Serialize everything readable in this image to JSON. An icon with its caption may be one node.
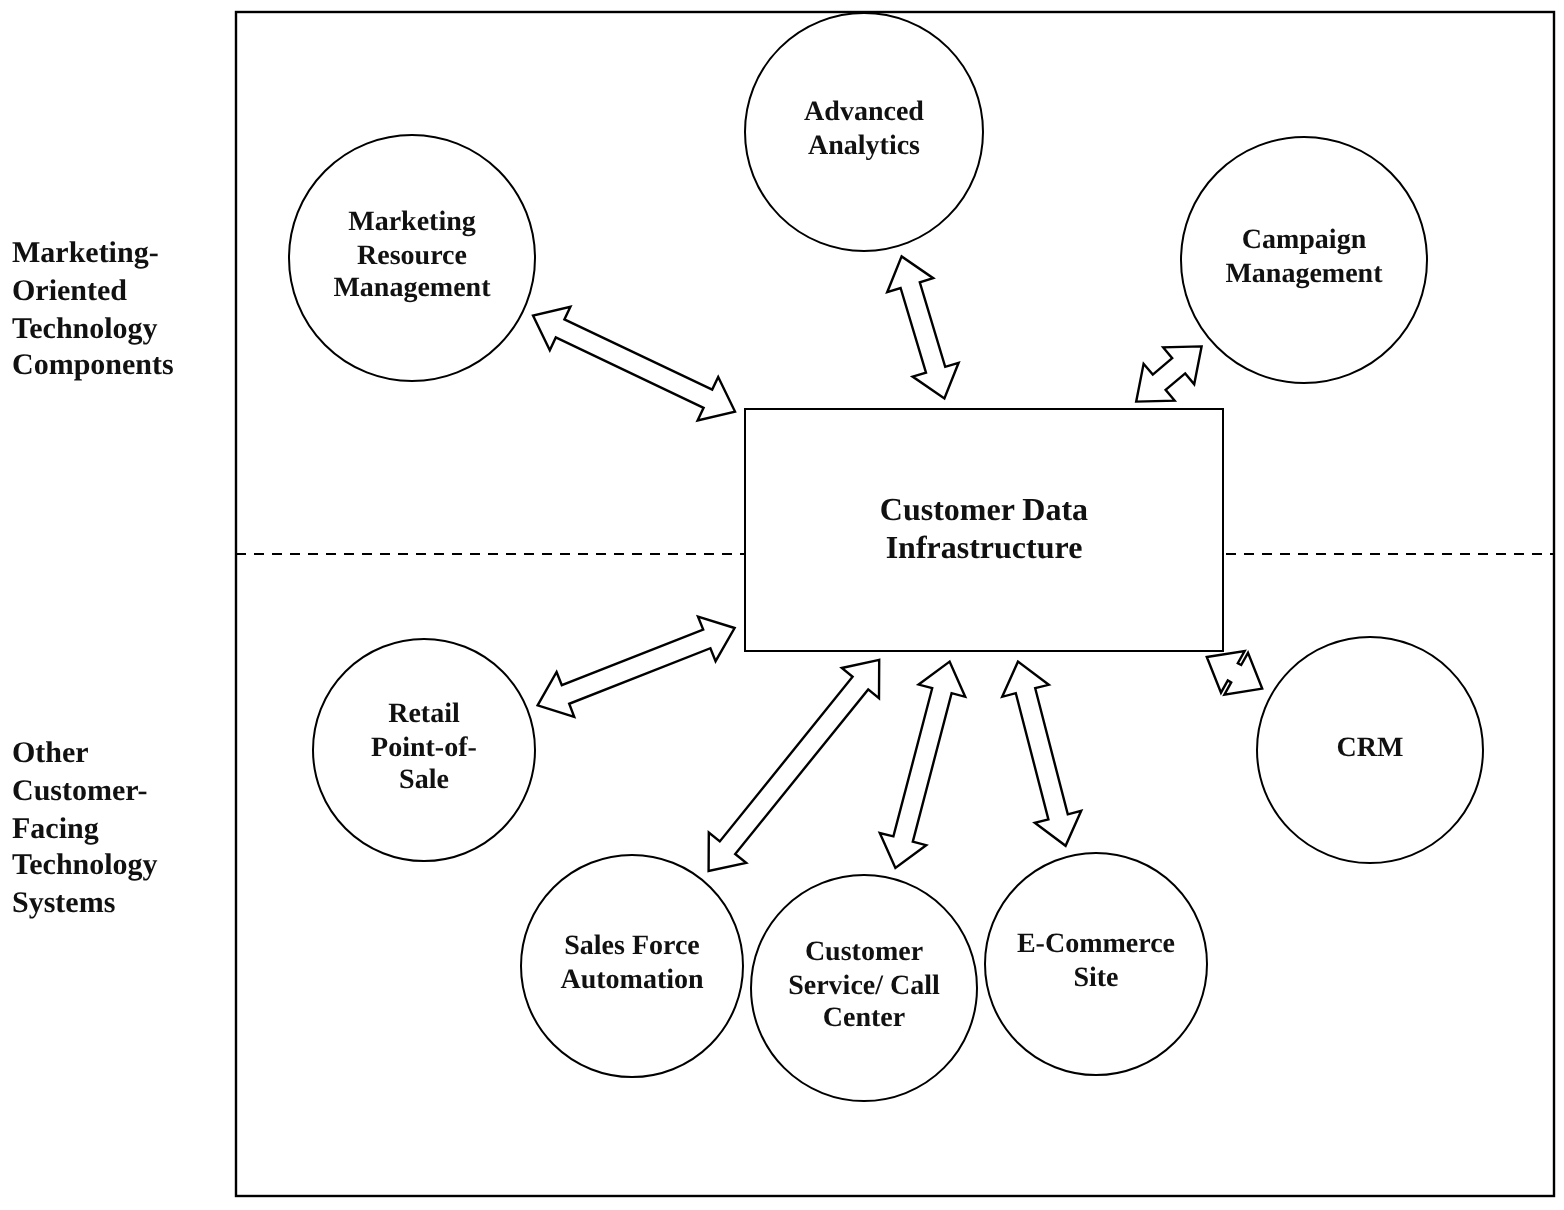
{
  "diagram": {
    "nodes": [
      {
        "text": [
          "Advanced Analytics"
        ]
      },
      {
        "text": [
          "Marketing Resource Management"
        ]
      },
      {
        "text": [
          "Campaign Management"
        ]
      },
      {
        "text": [
          "Customer Data Infrastructure"
        ]
      },
      {
        "text": [
          "Retail Point-of-Sale"
        ]
      },
      {
        "text": [
          "CRM"
        ]
      },
      {
        "text": [
          "Sales Force Automation"
        ]
      },
      {
        "text": [
          "Customer Service/ Call Center"
        ]
      },
      {
        "text": [
          "E-Commerce Site"
        ]
      }
    ],
    "edges": [
      {
        "from": 0,
        "to": 3,
        "arrow": "both"
      },
      {
        "from": 1,
        "to": 3,
        "arrow": "both"
      },
      {
        "from": 2,
        "to": 3,
        "arrow": "both"
      },
      {
        "from": 3,
        "to": 4,
        "arrow": "both"
      },
      {
        "from": 3,
        "to": 5,
        "arrow": "both"
      },
      {
        "from": 3,
        "to": 6,
        "arrow": "both"
      },
      {
        "from": 3,
        "to": 7,
        "arrow": "both"
      },
      {
        "from": 3,
        "to": 8,
        "arrow": "both"
      }
    ],
    "labels": [
      "Marketing-Oriented Technology Components",
      "Other Customer-Facing Technology Systems"
    ]
  }
}
